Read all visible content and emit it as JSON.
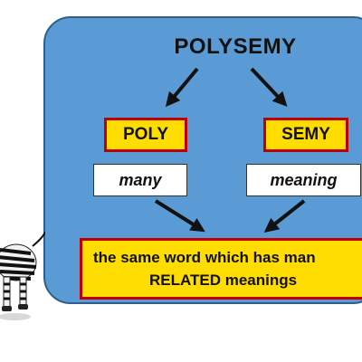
{
  "title": "POLYSEMY",
  "terms": [
    {
      "label": "POLY",
      "meaning": "many"
    },
    {
      "label": "SEMY",
      "meaning": "meaning"
    }
  ],
  "definition": {
    "line1": "the same word which has man",
    "line2": "RELATED meanings"
  },
  "colors": {
    "panel": "#5b9bd5",
    "highlight": "#ffdd00",
    "border": "#c00000"
  }
}
